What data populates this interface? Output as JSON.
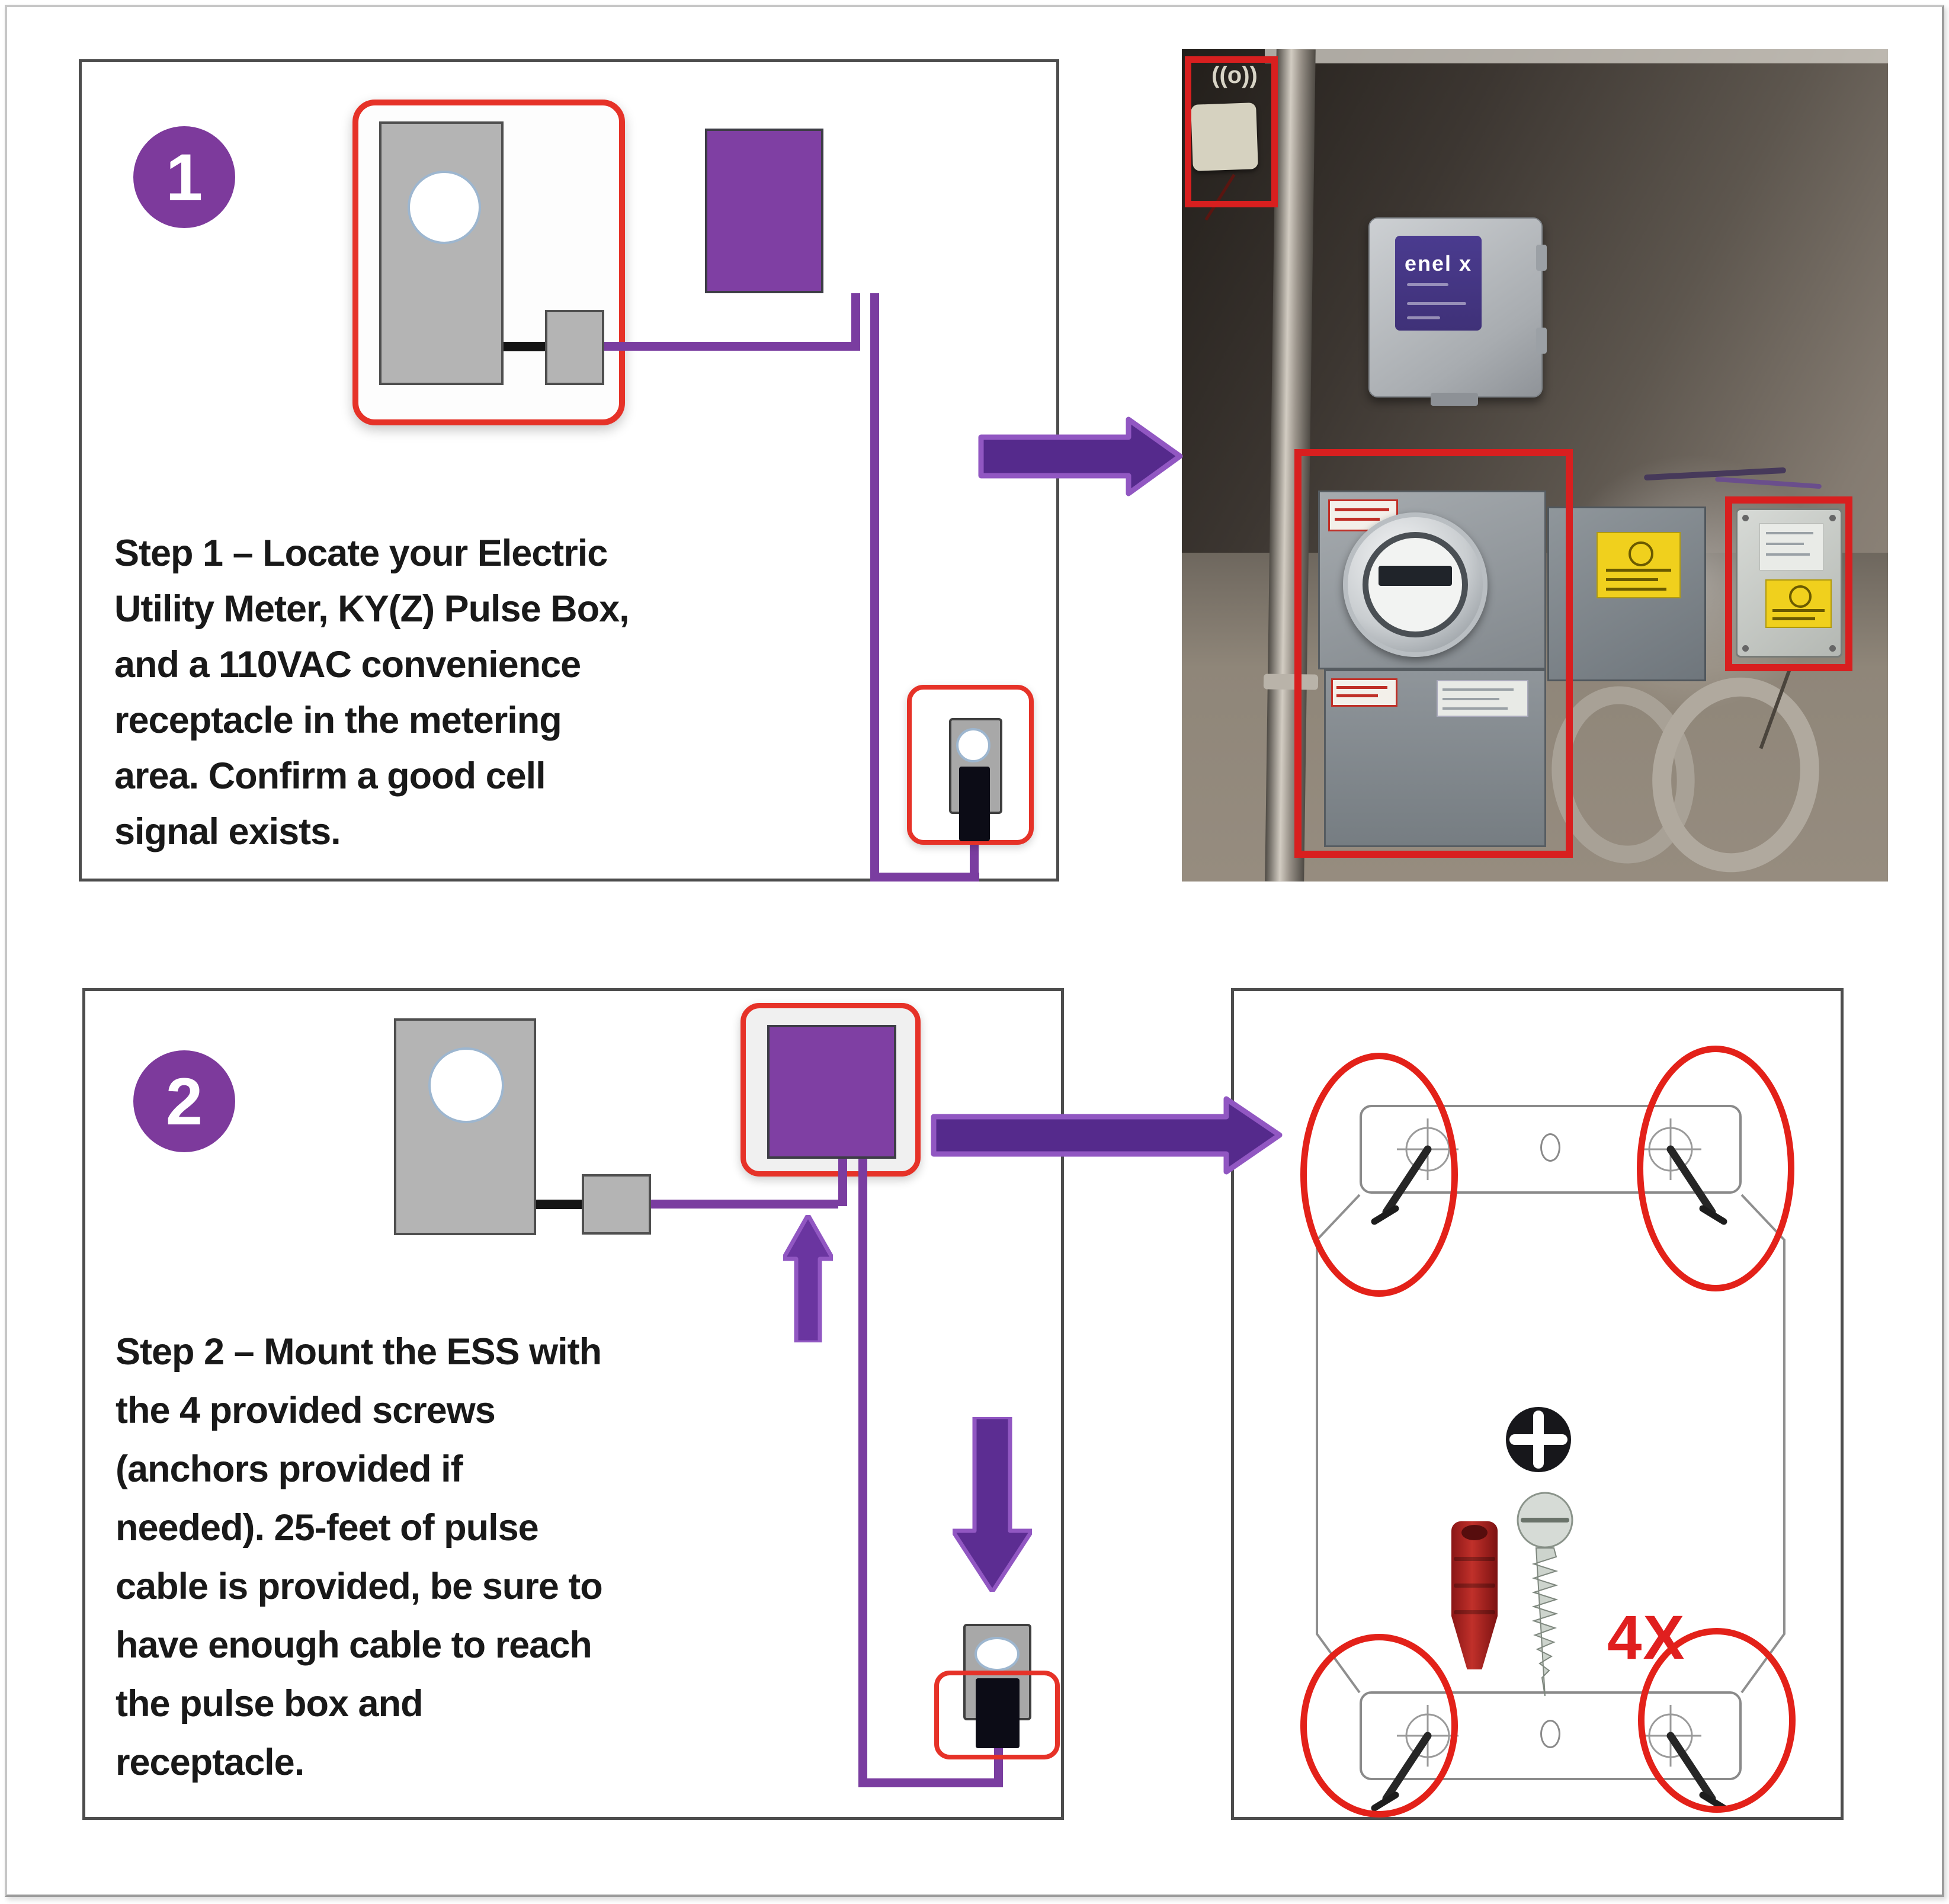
{
  "colors": {
    "accent_purple": "#7d3a9c",
    "cable_purple": "#7a3da0",
    "arrow_fill": "#552a8c",
    "arrow_outline": "#9157c2",
    "diagram_red": "#e63228",
    "photo_red": "#d81f1f",
    "mount_red": "#e32119",
    "panel_border": "#4d4d4d",
    "device_gray": "#b4b4b4",
    "label_yellow": "#f0d01d",
    "screw_count_red": "#e01f1f"
  },
  "step1": {
    "badge": "1",
    "lines": [
      "Step 1 – Locate your Electric",
      "Utility Meter, KY(Z) Pulse Box,",
      "and a 110VAC convenience",
      "receptacle in the metering",
      "area. Confirm a good cell",
      "signal exists."
    ]
  },
  "step2": {
    "badge": "2",
    "lines": [
      "Step 2 – Mount the ESS with",
      "the 4 provided screws",
      "(anchors provided if",
      "needed). 25-feet of pulse",
      "cable is provided, be sure to",
      "have enough cable to reach",
      "the pulse box and",
      "receptacle."
    ],
    "screw_count_label": "4X"
  },
  "photo": {
    "device_label": "enel x",
    "antenna_glyph": "((o))"
  },
  "icons": {
    "utility-meter-icon": "gray-cabinet-with-round-dial",
    "pulse-box-icon": "small-gray-box",
    "ess-icon": "purple-box",
    "receptacle-icon": "outlet-with-black-plug",
    "arrow-right-icon": "→",
    "arrow-up-icon": "↑",
    "arrow-down-icon": "↓",
    "cell-antenna-icon": "((o))",
    "phillips-head-icon": "⊕",
    "wall-anchor-icon": "red-plastic-anchor",
    "screw-icon": "silver-screw"
  }
}
